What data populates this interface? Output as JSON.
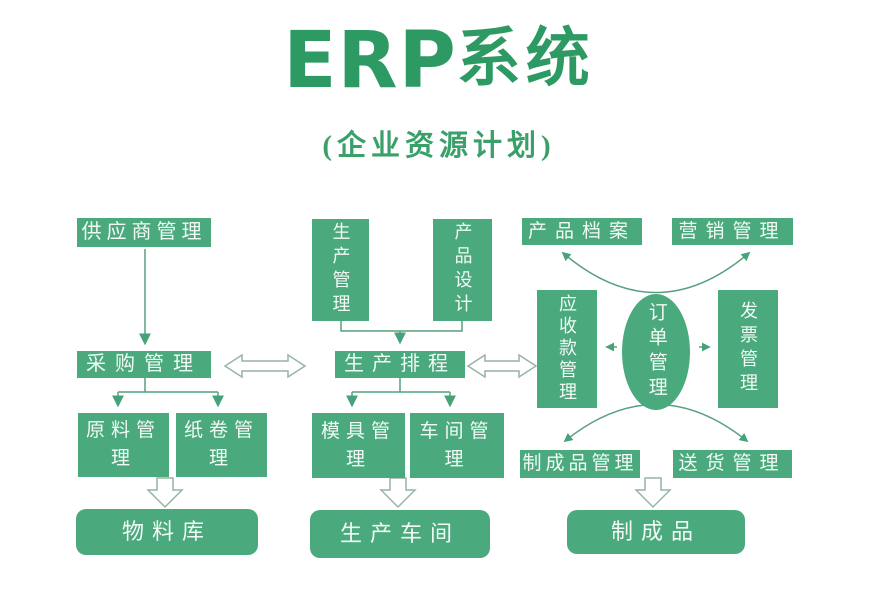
{
  "title": {
    "latin": "ERP",
    "cjk": "系统",
    "subtitle": "(企业资源计划)"
  },
  "colors": {
    "box_green": "#4ba97e",
    "title_green": "#2e9a63",
    "connector_line": "#57a07f",
    "arrowhead": "#46a278",
    "hollow_arrow_outline": "#97b4a4",
    "box_text": "#f2faf5"
  },
  "nodes": {
    "supplier": {
      "label": "供应商管理"
    },
    "purchasing": {
      "label": "采购管理"
    },
    "raw_material": {
      "label": "原料管理"
    },
    "paper_roll": {
      "label": "纸卷管理"
    },
    "material_store": {
      "label": "物料库"
    },
    "production_mgmt": {
      "label": "生产管理"
    },
    "product_design": {
      "label": "产品设计"
    },
    "scheduling": {
      "label": "生产排程"
    },
    "mold": {
      "label": "模具管理"
    },
    "workshop_mgmt": {
      "label": "车间管理"
    },
    "production_workshop": {
      "label": "生产车间"
    },
    "product_archive": {
      "label": "产品档案"
    },
    "marketing": {
      "label": "营销管理"
    },
    "receivables": {
      "label": "应收款管理"
    },
    "order_mgmt": {
      "label": "订单管理"
    },
    "invoice": {
      "label": "发票管理"
    },
    "finished_goods_mgmt": {
      "label": "制成品管理"
    },
    "delivery": {
      "label": "送货管理"
    },
    "finished_goods": {
      "label": "制成品"
    }
  }
}
